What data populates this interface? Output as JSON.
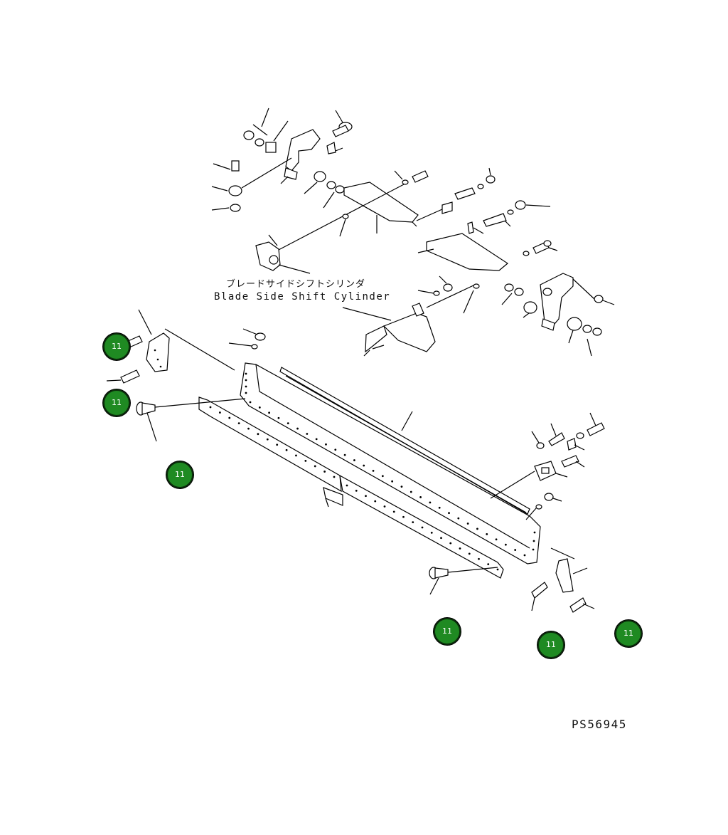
{
  "caption_jp": "ブレードサイドシフトシリンダ",
  "caption_en": "Blade Side Shift Cylinder",
  "drawing_code": "PS56945",
  "callout_color": "#1f8a22",
  "callouts": [
    {
      "label": "11"
    },
    {
      "label": "11"
    },
    {
      "label": "11"
    },
    {
      "label": "11"
    },
    {
      "label": "11"
    },
    {
      "label": "11"
    }
  ]
}
